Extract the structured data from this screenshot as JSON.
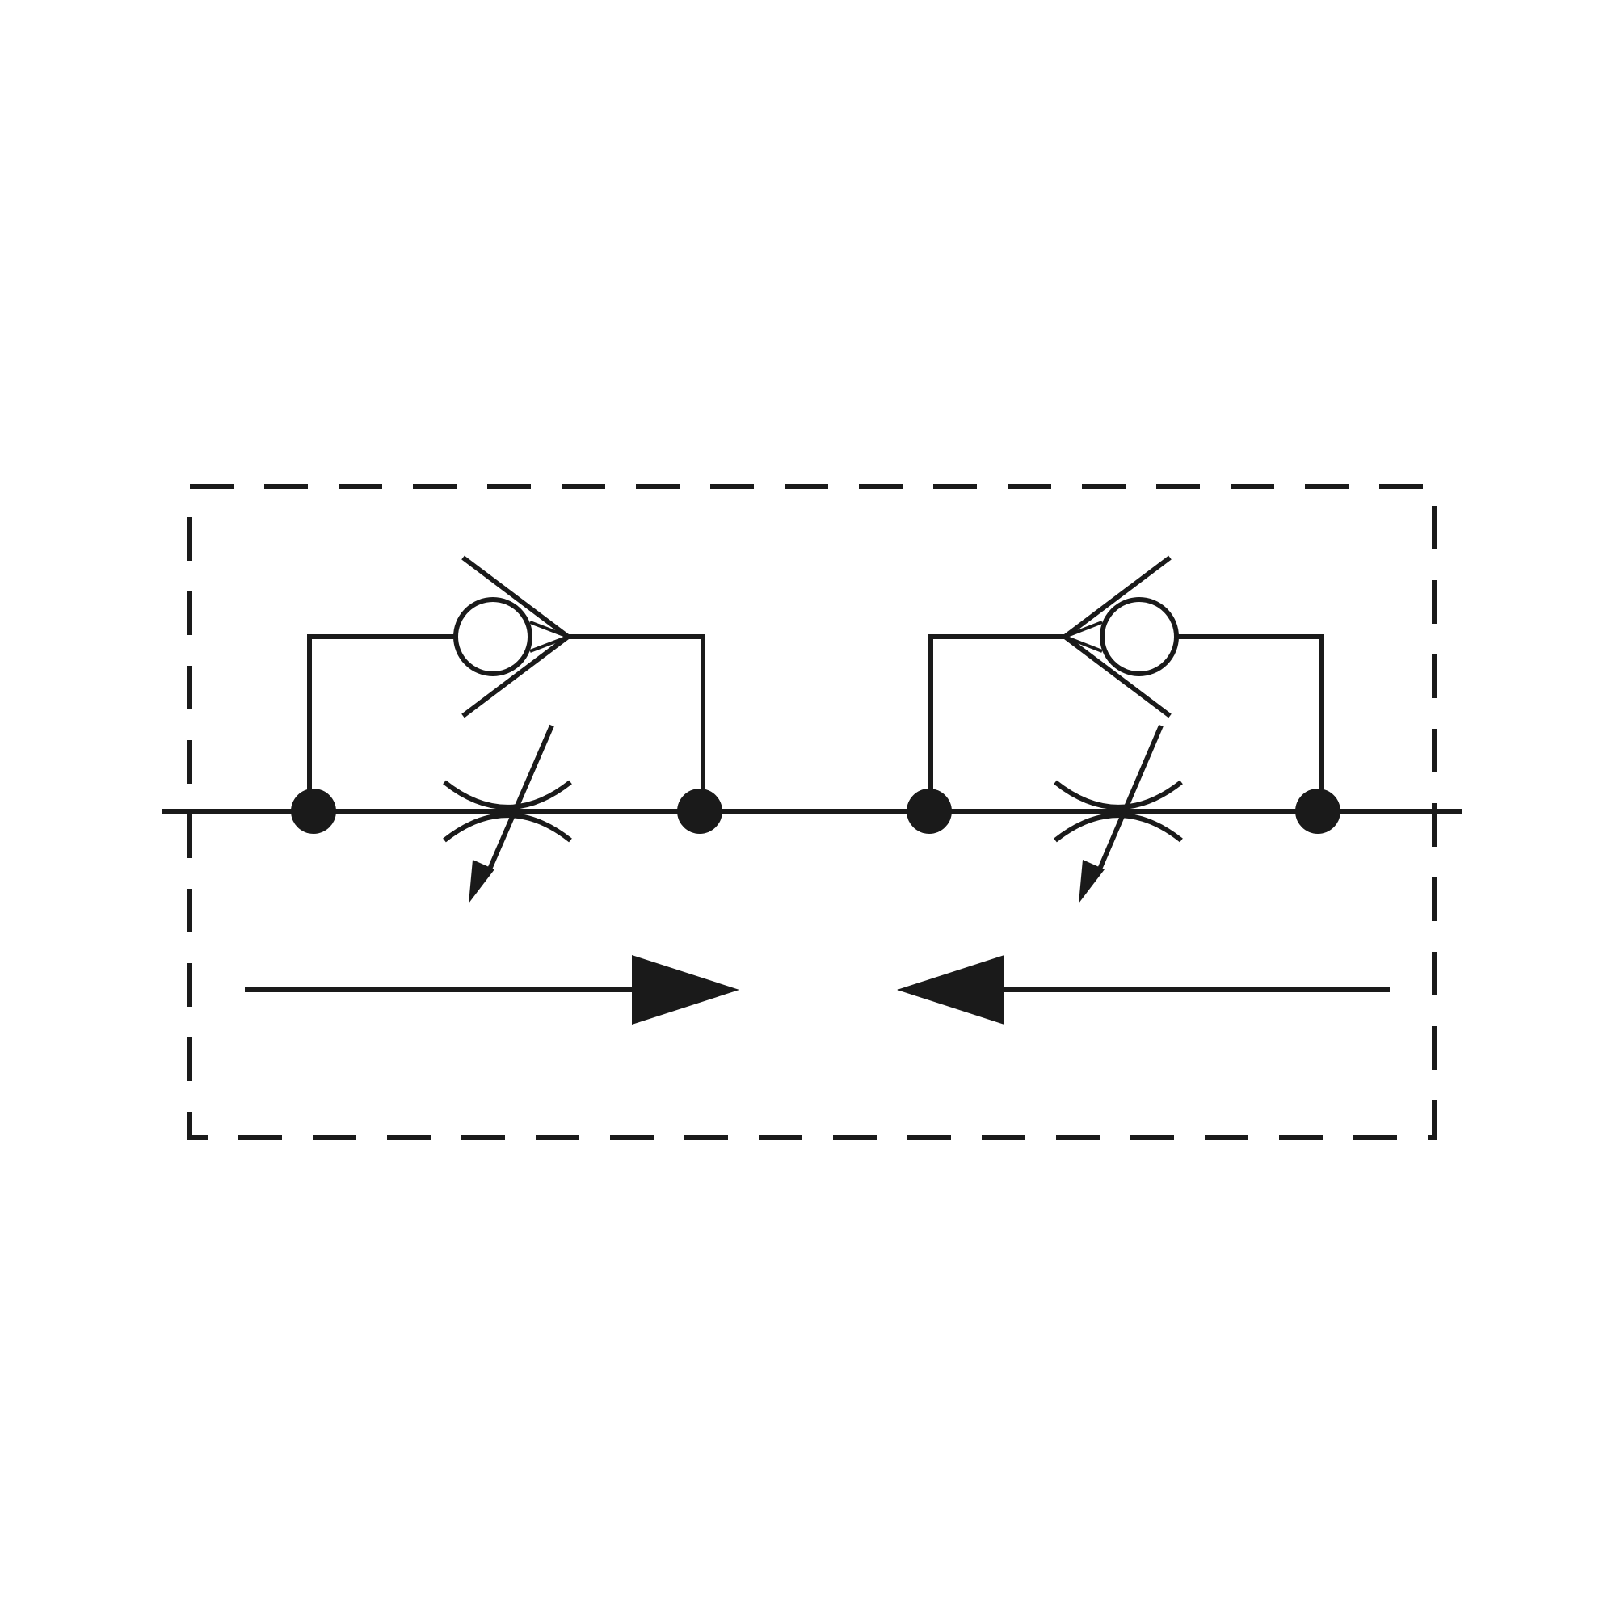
{
  "diagram": {
    "kind": "hydraulic-symbol",
    "symbol": "double-throttle-check-valve",
    "colors": {
      "background": "#ffffff",
      "line": "#1a1a1a"
    },
    "components": [
      {
        "type": "check-valve",
        "count": 2
      },
      {
        "type": "adjustable-throttle",
        "count": 2
      },
      {
        "type": "junction-dot",
        "count": 4
      },
      {
        "type": "flow-arrow",
        "count": 2
      }
    ],
    "enclosure": "dashed"
  }
}
